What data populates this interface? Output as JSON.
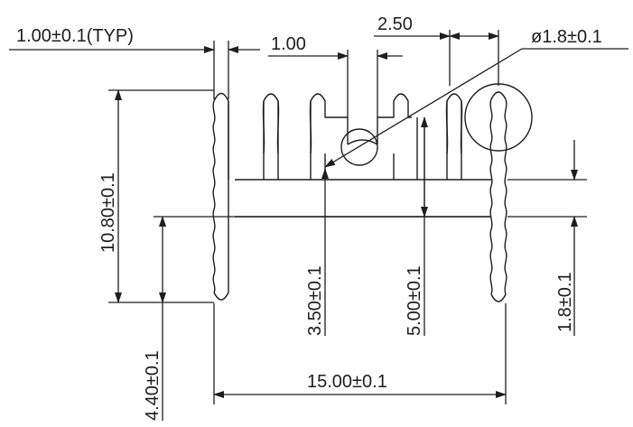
{
  "title": "",
  "dimensions": {
    "fin_thickness": "1.00±0.1(TYP)",
    "slot_width": "1.00",
    "pitch": "2.50",
    "hole_diameter": "ø1.8±0.1",
    "overall_height": "10.80±0.1",
    "slot_depth": "3.50±0.1",
    "base_offset": "5.00±0.1",
    "base_thickness": "1.8±0.1",
    "lower_fin_height": "4.40±0.1",
    "overall_width": "15.00±0.1"
  }
}
